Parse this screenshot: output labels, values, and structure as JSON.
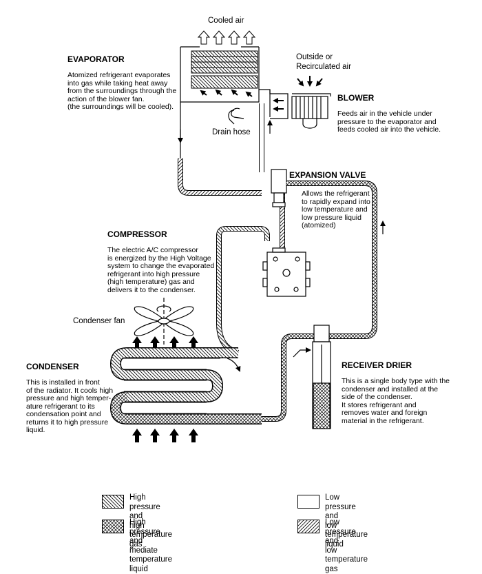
{
  "labels": {
    "cooled_air": "Cooled air",
    "outside_air": "Outside or\nRecirculated air",
    "drain_hose": "Drain hose",
    "condenser_fan": "Condenser fan"
  },
  "evaporator": {
    "title": "EVAPORATOR",
    "text": "Atomized refrigerant evaporates\ninto gas while taking heat away\nfrom the surroundings through the\naction of the blower fan.\n(the surroundings will be cooled)."
  },
  "blower": {
    "title": "BLOWER",
    "text": "Feeds air in the vehicle under\npressure to the evaporator and\nfeeds cooled air into the vehicle."
  },
  "expansion_valve": {
    "title": "EXPANSION VALVE",
    "text": "Allows the refrigerant\nto rapidly expand into\nlow temperature and\nlow pressure liquid\n(atomized)"
  },
  "compressor": {
    "title": "COMPRESSOR",
    "text": "The electric A/C compressor\nis energized by the High Voltage\nsystem to change the evaporated\nrefrigerant into high pressure\n(high temperature) gas and\ndelivers it to the condenser."
  },
  "condenser": {
    "title": "CONDENSER",
    "text": "This is installed in front\nof the radiator. It cools high\npressure and high temper-\nature refrigerant to its\ncondensation point and\nreturns it to high pressure\nliquid."
  },
  "receiver_drier": {
    "title": "RECEIVER DRIER",
    "text": "This is a single body type with the\ncondenser and installed at the\nside of the condenser.\nIt stores refrigerant and\nremoves water and foreign\nmaterial in the refrigerant."
  },
  "legend": [
    {
      "id": "hp-gas",
      "text": "High pressure and\nhigh temperature gas",
      "pattern": "hatch-backslash"
    },
    {
      "id": "lp-liquid",
      "text": "Low pressure and\nlow temperature liquid",
      "pattern": "none"
    },
    {
      "id": "hp-liquid",
      "text": "High pressure and\nmediate temperature liquid",
      "pattern": "crosshatch"
    },
    {
      "id": "lp-gas",
      "text": "Low pressure and\nlow temperature gas",
      "pattern": "hatch-slash"
    }
  ]
}
